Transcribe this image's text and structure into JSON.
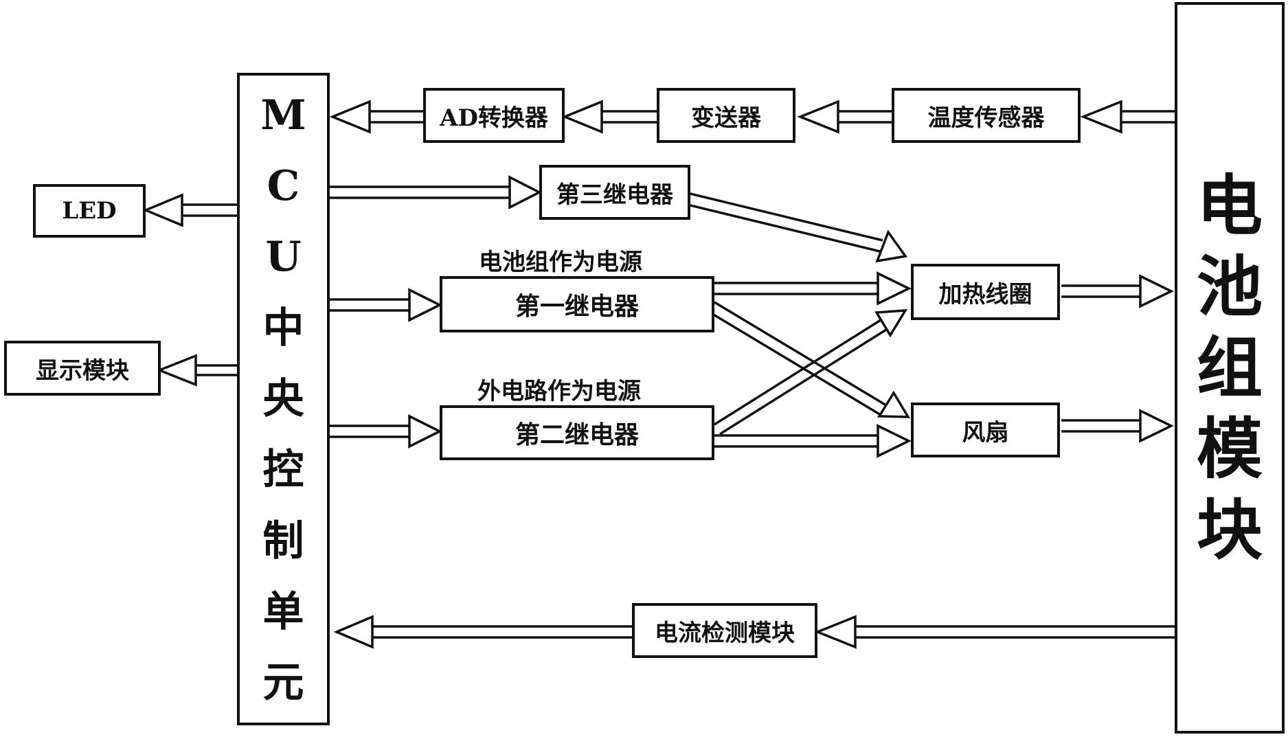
{
  "diagram": {
    "mcu": {
      "chars": [
        "M",
        "C",
        "U",
        "中",
        "央",
        "控",
        "制",
        "单",
        "元"
      ]
    },
    "battery": {
      "chars": [
        "电",
        "池",
        "组",
        "模",
        "块"
      ]
    },
    "blocks": {
      "ad_converter": "AD转换器",
      "transmitter": "变送器",
      "temp_sensor": "温度传感器",
      "relay3": "第三继电器",
      "relay1": "第一继电器",
      "relay2": "第二继电器",
      "heater": "加热线圈",
      "fan": "风扇",
      "led": "LED",
      "display": "显示模块",
      "current_detect": "电流检测模块"
    },
    "labels": {
      "battery_as_source": "电池组作为电源",
      "external_as_source": "外电路作为电源"
    }
  }
}
